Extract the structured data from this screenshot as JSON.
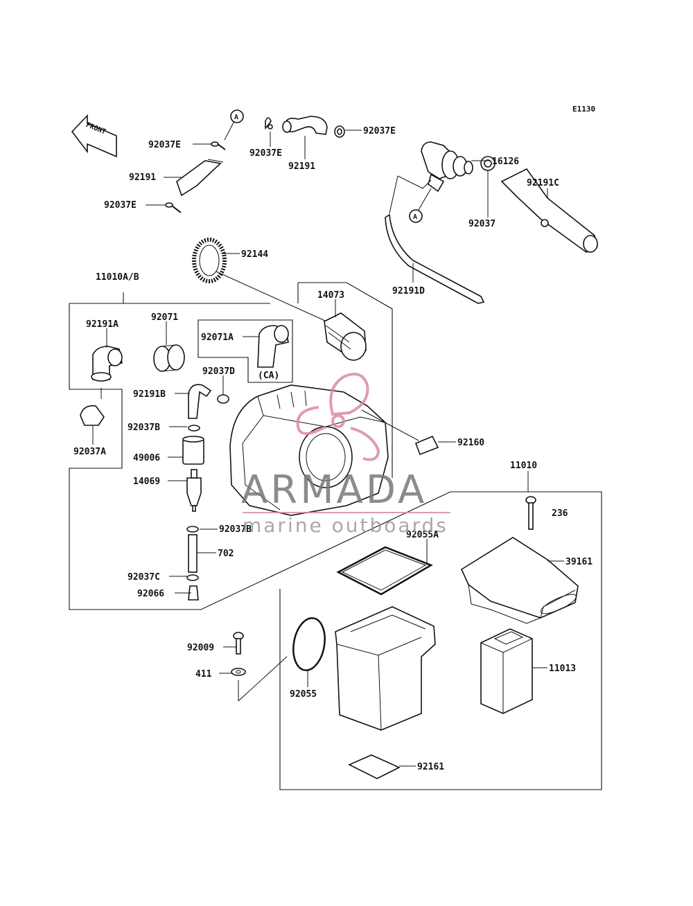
{
  "diagram_code": "E1130",
  "front_label": "FRONT",
  "callout_letter": "A",
  "variant_note": "(CA)",
  "watermark": {
    "brand": "ARMADA",
    "tagline": "marine outboards",
    "color": "#d98aa6"
  },
  "labels": {
    "p92037E_a": "92037E",
    "p92037E_b": "92037E",
    "p92037E_c": "92037E",
    "p92037E_d": "92037E",
    "p92191_a": "92191",
    "p92191_b": "92191",
    "p16126": "16126",
    "p92191C": "92191C",
    "p92037": "92037",
    "p92144": "92144",
    "p92191D": "92191D",
    "p11010AB": "11010A/B",
    "p14073": "14073",
    "p92191A": "92191A",
    "p92071": "92071",
    "p92071A": "92071A",
    "p92037D": "92037D",
    "p92191B": "92191B",
    "p92037B_a": "92037B",
    "p92037A": "92037A",
    "p49006": "49006",
    "p14069": "14069",
    "p92160": "92160",
    "p11010": "11010",
    "p236": "236",
    "p92037B_b": "92037B",
    "p702": "702",
    "p92055A": "92055A",
    "p39161": "39161",
    "p92037C": "92037C",
    "p92066": "92066",
    "p92009": "92009",
    "p411": "411",
    "p92055": "92055",
    "p11013": "11013",
    "p92161": "92161"
  }
}
